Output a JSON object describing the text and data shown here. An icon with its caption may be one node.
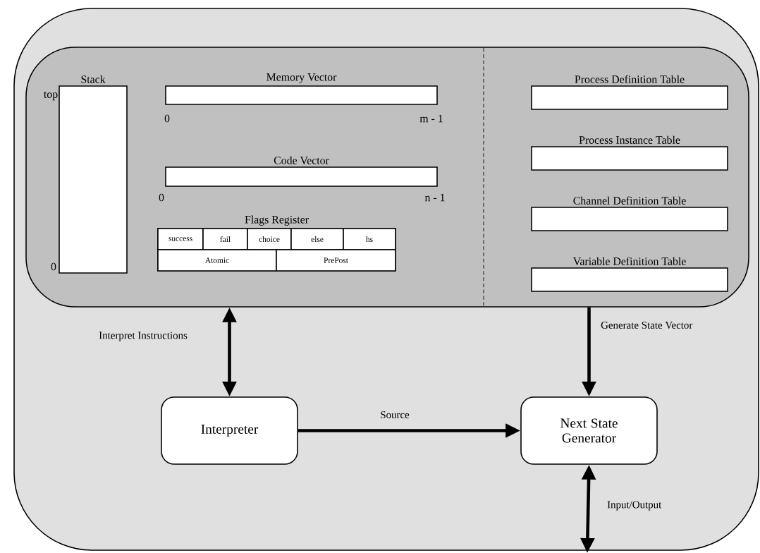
{
  "diagram": {
    "nodes": [
      {
        "text": [],
        "shape": "box"
      },
      {
        "text": [],
        "shape": "box",
        "in": 0
      },
      {
        "text": [
          "Stack"
        ],
        "beside": [
          "top",
          "0"
        ],
        "in": 1
      },
      {
        "text": [
          "Memory Vector"
        ],
        "beside": [
          "0",
          "m - 1"
        ],
        "in": 1
      },
      {
        "text": [
          "Code Vector"
        ],
        "beside": [
          "0",
          "n - 1"
        ],
        "in": 1
      },
      {
        "text": [
          "Flags Register"
        ],
        "in": 1
      },
      {
        "text": [
          "success"
        ],
        "in": 5
      },
      {
        "text": [
          "fail"
        ],
        "in": 5
      },
      {
        "text": [
          "choice"
        ],
        "in": 5
      },
      {
        "text": [
          "else"
        ],
        "in": 5
      },
      {
        "text": [
          "hs"
        ],
        "in": 5
      },
      {
        "text": [
          "Atomic"
        ],
        "in": 5
      },
      {
        "text": [
          "PrePost"
        ],
        "in": 5
      },
      {
        "text": [
          "Process Definition Table"
        ],
        "in": 1
      },
      {
        "text": [
          "Process Instance Table"
        ],
        "in": 1
      },
      {
        "text": [
          "Channel Definition Table"
        ],
        "in": 1
      },
      {
        "text": [
          "Variable Definition Table"
        ],
        "in": 1
      },
      {
        "text": [
          "Interpreter"
        ],
        "in": 0
      },
      {
        "text": [
          "Next State Generator"
        ],
        "in": 0
      }
    ],
    "edges": [
      {
        "from": 1,
        "to": 17,
        "arrow": "both",
        "label": "Interpret Instructions"
      },
      {
        "from": 1,
        "to": 18,
        "arrow": "to",
        "label": "Generate State Vector"
      },
      {
        "from": 17,
        "to": 18,
        "arrow": "to",
        "label": "Source"
      },
      {
        "from": 18,
        "to": null,
        "arrow": "both",
        "label": "Input/Output"
      }
    ]
  }
}
